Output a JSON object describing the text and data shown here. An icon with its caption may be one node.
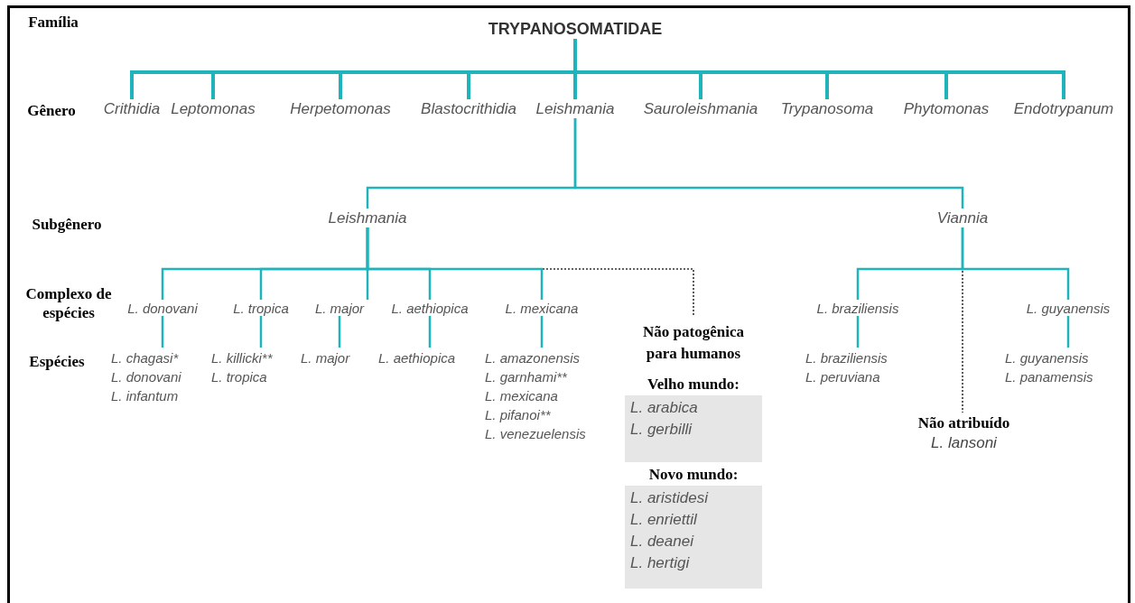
{
  "diagram": {
    "nodes": [
      {
        "text": [
          "TRYPANOSOMATIDAE"
        ]
      },
      {
        "text": [
          "Crithidia"
        ]
      },
      {
        "text": [
          "Leptomonas"
        ]
      },
      {
        "text": [
          "Herpetomonas"
        ]
      },
      {
        "text": [
          "Blastocrithidia"
        ]
      },
      {
        "text": [
          "Leishmania"
        ]
      },
      {
        "text": [
          "Sauroleishmania"
        ]
      },
      {
        "text": [
          "Trypanosoma"
        ]
      },
      {
        "text": [
          "Phytomonas"
        ]
      },
      {
        "text": [
          "Endotrypanum"
        ]
      },
      {
        "text": [
          "Leishmania"
        ]
      },
      {
        "text": [
          "Viannia"
        ]
      },
      {
        "text": [
          "L. donovani"
        ]
      },
      {
        "text": [
          "L. tropica"
        ]
      },
      {
        "text": [
          "L. major"
        ]
      },
      {
        "text": [
          "L. aethiopica"
        ]
      },
      {
        "text": [
          "L. mexicana"
        ]
      },
      {
        "text": [
          "Não patogênica para humanos"
        ]
      },
      {
        "text": [
          "Velho mundo:",
          "L. arabica",
          "L. gerbilli"
        ],
        "in": 17
      },
      {
        "text": [
          "Novo mundo:",
          "L. aristidesi",
          "L. enriettil",
          "L. deanei",
          "L. hertigi"
        ],
        "in": 17
      },
      {
        "text": [
          "L. braziliensis"
        ]
      },
      {
        "text": [
          "L. guyanensis"
        ]
      },
      {
        "text": [
          "Não atribuído",
          "L. lansoni"
        ]
      },
      {
        "text": [
          "L. chagasi*",
          "L. donovani",
          "L. infantum"
        ]
      },
      {
        "text": [
          "L. killicki**",
          "L. tropica"
        ]
      },
      {
        "text": [
          "L. major"
        ]
      },
      {
        "text": [
          "L. aethiopica"
        ]
      },
      {
        "text": [
          "L. amazonensis",
          "L. garnhami**",
          "L. mexicana",
          "L. pifanoi**",
          "L. venezuelensis"
        ]
      },
      {
        "text": [
          "L. braziliensis",
          "L. peruviana"
        ]
      },
      {
        "text": [
          "L. guyanensis",
          "L. panamensis"
        ]
      }
    ],
    "edges": [
      {
        "from": 0,
        "to": 1,
        "arrow": "none"
      },
      {
        "from": 0,
        "to": 2,
        "arrow": "none"
      },
      {
        "from": 0,
        "to": 3,
        "arrow": "none"
      },
      {
        "from": 0,
        "to": 4,
        "arrow": "none"
      },
      {
        "from": 0,
        "to": 5,
        "arrow": "none"
      },
      {
        "from": 0,
        "to": 6,
        "arrow": "none"
      },
      {
        "from": 0,
        "to": 7,
        "arrow": "none"
      },
      {
        "from": 0,
        "to": 8,
        "arrow": "none"
      },
      {
        "from": 0,
        "to": 9,
        "arrow": "none"
      },
      {
        "from": 5,
        "to": 10,
        "arrow": "none"
      },
      {
        "from": 5,
        "to": 11,
        "arrow": "none"
      },
      {
        "from": 10,
        "to": 12,
        "arrow": "none"
      },
      {
        "from": 10,
        "to": 13,
        "arrow": "none"
      },
      {
        "from": 10,
        "to": 14,
        "arrow": "none"
      },
      {
        "from": 10,
        "to": 15,
        "arrow": "none"
      },
      {
        "from": 10,
        "to": 16,
        "arrow": "none"
      },
      {
        "from": 10,
        "to": 17,
        "arrow": "none",
        "style": "dashed",
        "color": "#333333"
      },
      {
        "from": 11,
        "to": 20,
        "arrow": "none"
      },
      {
        "from": 11,
        "to": 21,
        "arrow": "none"
      },
      {
        "from": 11,
        "to": 22,
        "arrow": "none",
        "style": "dashed",
        "color": "#333333"
      },
      {
        "from": 12,
        "to": 23,
        "arrow": "none"
      },
      {
        "from": 13,
        "to": 24,
        "arrow": "none"
      },
      {
        "from": 14,
        "to": 25,
        "arrow": "none"
      },
      {
        "from": 15,
        "to": 26,
        "arrow": "none"
      },
      {
        "from": 16,
        "to": 27,
        "arrow": "none"
      },
      {
        "from": 20,
        "to": 28,
        "arrow": "none"
      },
      {
        "from": 21,
        "to": 29,
        "arrow": "none"
      }
    ],
    "labels": [
      "Família",
      "Gênero",
      "Subgênero",
      "Complexo de espécies",
      "Espécies"
    ]
  }
}
